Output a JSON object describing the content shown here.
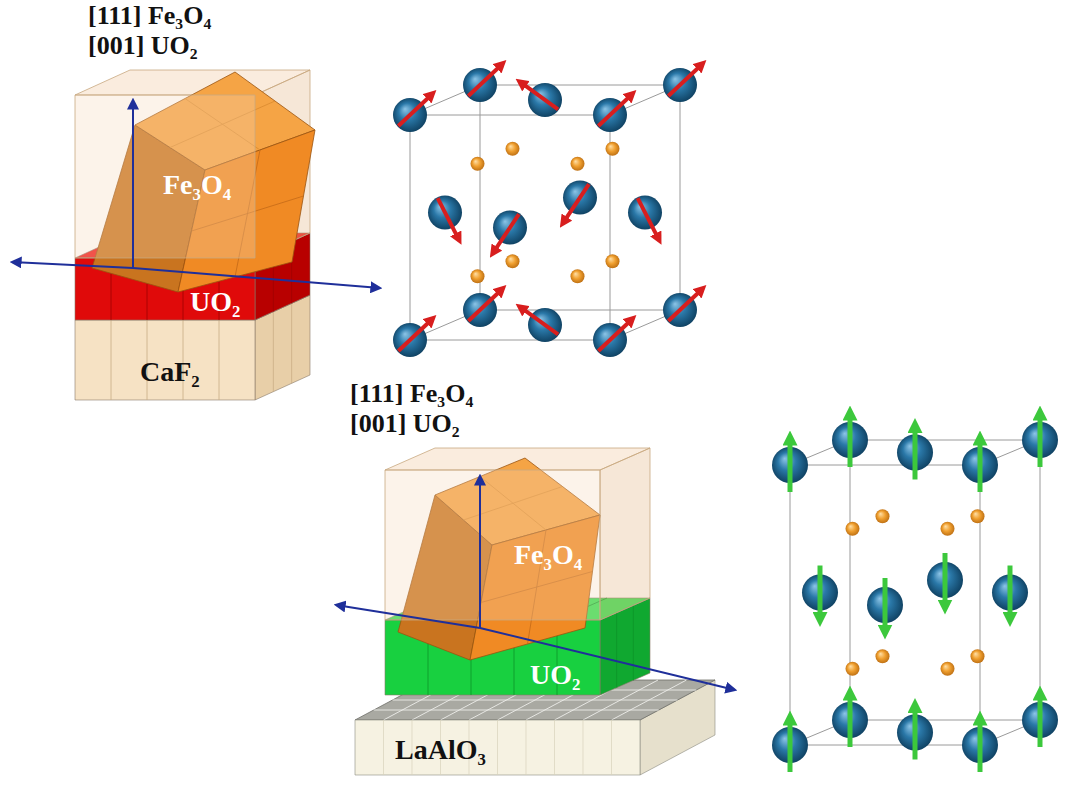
{
  "diagram": {
    "nodes": [
      {
        "text": [
          "Fe₃O₄"
        ]
      },
      {
        "text": [
          "UO₂"
        ]
      },
      {
        "text": [
          "CaF₂"
        ]
      },
      {
        "text": [
          "Fe₃O₄"
        ]
      },
      {
        "text": [
          "UO₂"
        ]
      },
      {
        "text": [
          "LaAlO₃"
        ]
      }
    ],
    "labels": [
      "[111] Fe₃O₄",
      "[001] UO₂",
      "[111] Fe₃O₄",
      "[001] UO₂"
    ]
  }
}
